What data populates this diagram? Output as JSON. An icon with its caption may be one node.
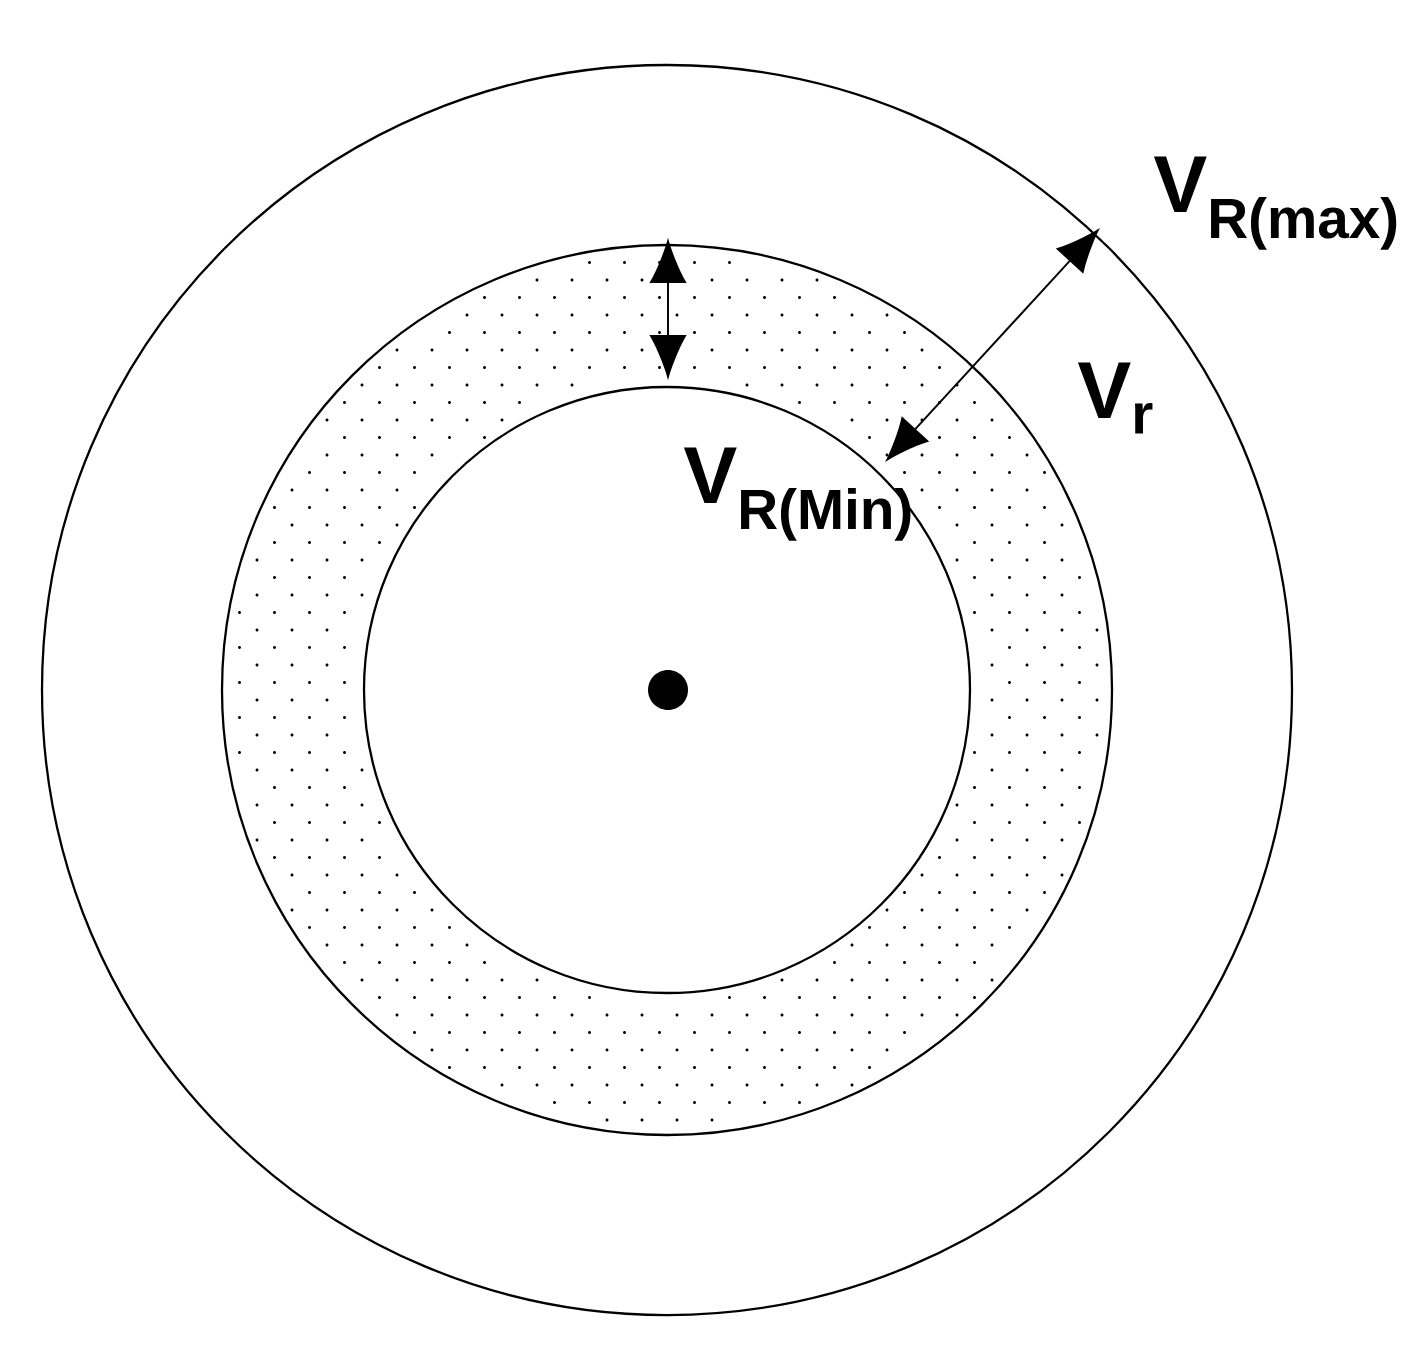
{
  "diagram": {
    "labels": [
      "V$_{R(max)}$",
      "V$_{r}$",
      "V$_{R(Min)}$"
    ]
  }
}
